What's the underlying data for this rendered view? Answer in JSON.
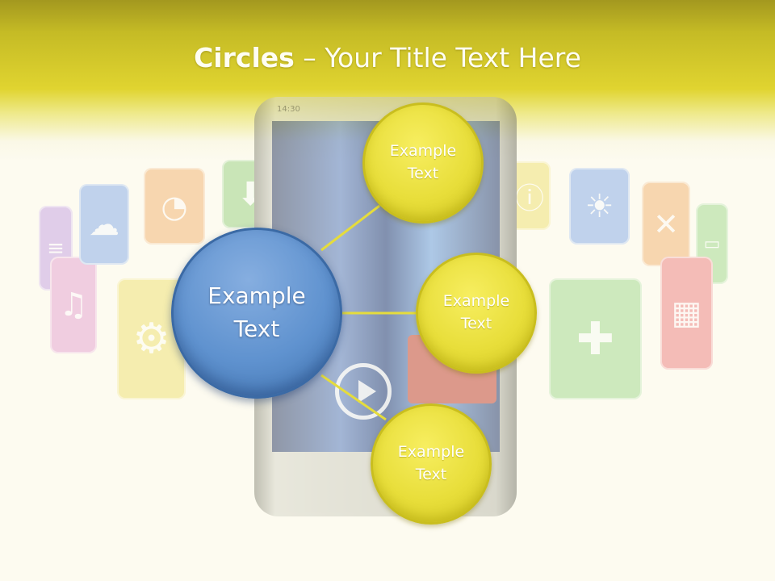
{
  "slide": {
    "title_bold": "Circles",
    "title_rest": " – Your Title Text Here"
  },
  "center_circle": {
    "lines": [
      "Example",
      "Text"
    ],
    "color": "#5f92cf"
  },
  "satellites": [
    {
      "lines": [
        "Example",
        "Text"
      ],
      "color": "#e8de3a"
    },
    {
      "lines": [
        "Example",
        "Text"
      ],
      "color": "#e8de3a"
    },
    {
      "lines": [
        "Example",
        "Text"
      ],
      "color": "#e8de3a"
    }
  ],
  "background_icons": [
    "document-icon",
    "music-note-icon",
    "cloud-icon",
    "rss-icon",
    "download-icon",
    "gear-icon",
    "info-icon",
    "weather-icon",
    "tools-icon",
    "gamepad-icon",
    "tv-icon",
    "calendar-icon"
  ],
  "phone": {
    "status_text": "14:30"
  }
}
